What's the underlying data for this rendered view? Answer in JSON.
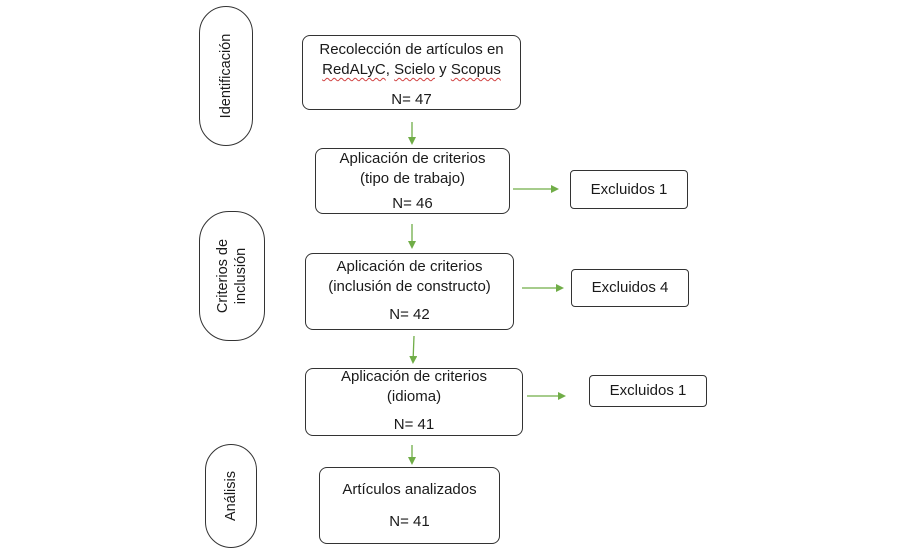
{
  "stages": {
    "identificacion": "Identificación",
    "criterios_line1": "Criterios de",
    "criterios_line2": "inclusión",
    "analisis": "Análisis"
  },
  "boxes": {
    "recoleccion": {
      "line1": "Recolección de artículos en",
      "line2_a": "RedALyC",
      "line2_b": ", ",
      "line2_c": "Scielo",
      "line2_d": " y ",
      "line2_e": "Scopus",
      "count": "N= 47"
    },
    "criterio_tipo": {
      "line1": "Aplicación de criterios",
      "line2": "(tipo de trabajo)",
      "count": "N= 46"
    },
    "criterio_constructo": {
      "line1": "Aplicación de criterios",
      "line2": "(inclusión de constructo)",
      "count": "N= 42"
    },
    "criterio_idioma": {
      "line1": "Aplicación de criterios",
      "line2": "(idioma)",
      "count": "N= 41"
    },
    "analizados": {
      "line1": "Artículos analizados",
      "count": "N= 41"
    }
  },
  "excluded": {
    "tipo": "Excluidos 1",
    "constructo": "Excluidos 4",
    "idioma": "Excluidos 1"
  },
  "colors": {
    "arrow": "#70ad47",
    "border": "#333333"
  }
}
